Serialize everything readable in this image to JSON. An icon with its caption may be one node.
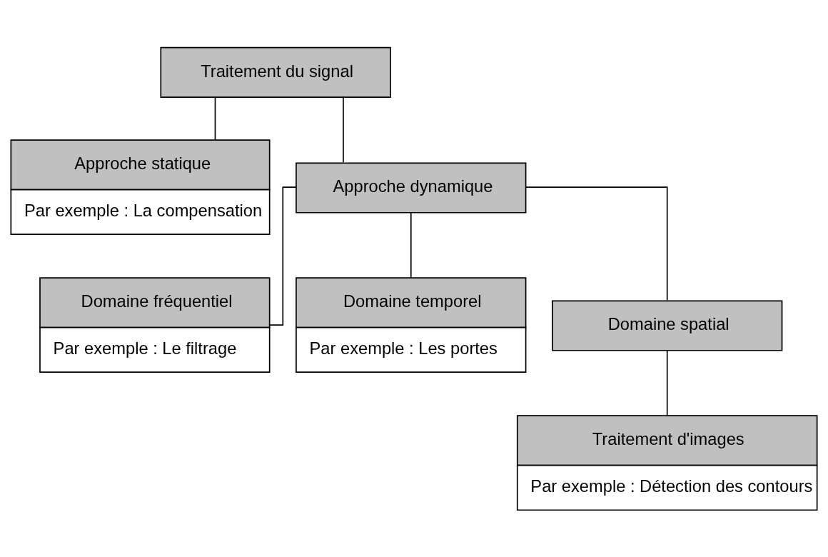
{
  "diagram": {
    "nodes": [
      {
        "text": [
          "Traitement du signal"
        ]
      },
      {
        "text": [
          "Approche statique",
          "Par exemple : La compensation"
        ]
      },
      {
        "text": [
          "Approche dynamique"
        ]
      },
      {
        "text": [
          "Domaine fréquentiel",
          "Par exemple : Le filtrage"
        ]
      },
      {
        "text": [
          "Domaine temporel",
          "Par exemple : Les portes"
        ]
      },
      {
        "text": [
          "Domaine spatial"
        ]
      },
      {
        "text": [
          "Traitement d'images",
          "Par exemple : Détection des contours"
        ]
      }
    ],
    "edges": [
      {
        "from": 0,
        "to": 1,
        "arrow": "none"
      },
      {
        "from": 0,
        "to": 2,
        "arrow": "none"
      },
      {
        "from": 2,
        "to": 3,
        "arrow": "none"
      },
      {
        "from": 2,
        "to": 4,
        "arrow": "none"
      },
      {
        "from": 2,
        "to": 5,
        "arrow": "none"
      },
      {
        "from": 5,
        "to": 6,
        "arrow": "none"
      }
    ]
  }
}
